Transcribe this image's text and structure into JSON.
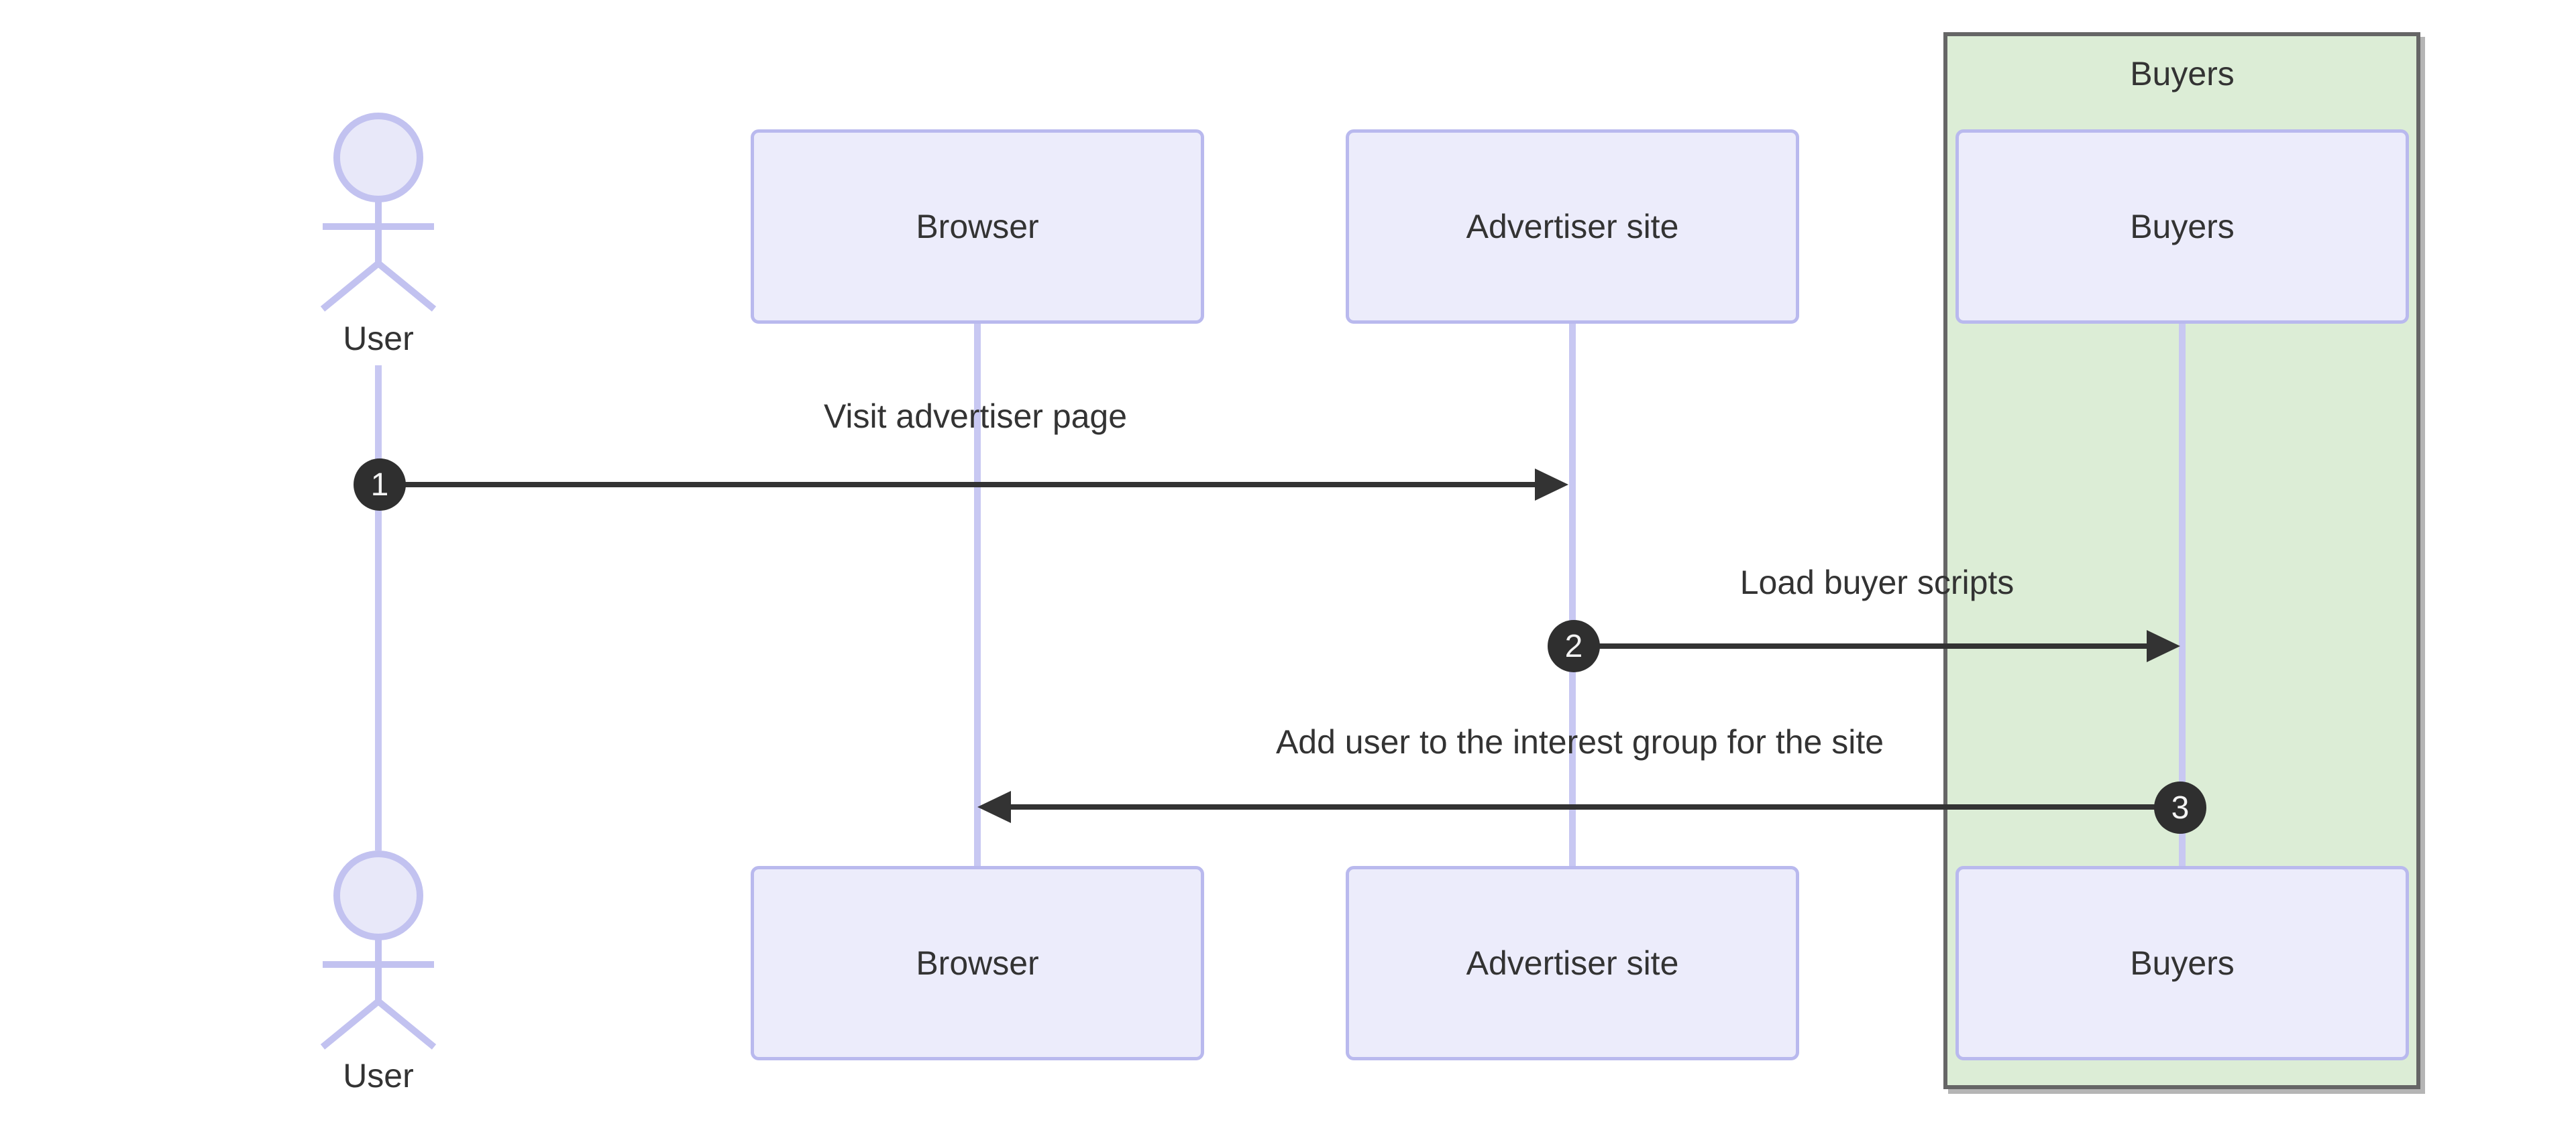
{
  "diagram": {
    "type": "sequence-diagram",
    "actor": {
      "label": "User"
    },
    "participants": [
      {
        "id": "browser",
        "label": "Browser"
      },
      {
        "id": "advertiser",
        "label": "Advertiser site"
      },
      {
        "id": "buyers",
        "label": "Buyers"
      }
    ],
    "group": {
      "label": "Buyers"
    },
    "messages": [
      {
        "num": "1",
        "label": "Visit advertiser page",
        "from": "User",
        "to": "Advertiser site",
        "direction": "right"
      },
      {
        "num": "2",
        "label": "Load buyer scripts",
        "from": "Advertiser site",
        "to": "Buyers",
        "direction": "right"
      },
      {
        "num": "3",
        "label": "Add user to the interest group for the site",
        "from": "Buyers",
        "to": "Browser",
        "direction": "left"
      }
    ],
    "colors": {
      "participant_fill": "#ECECFB",
      "participant_border": "#B9B9EE",
      "lifeline": "#C8C8F2",
      "group_fill": "#DCEDD6",
      "group_border": "#666666",
      "arrow": "#333333",
      "badge_fill": "#2F2F2F",
      "badge_text": "#F4F4F4",
      "text": "#333333",
      "background": "#FFFFFF"
    }
  }
}
